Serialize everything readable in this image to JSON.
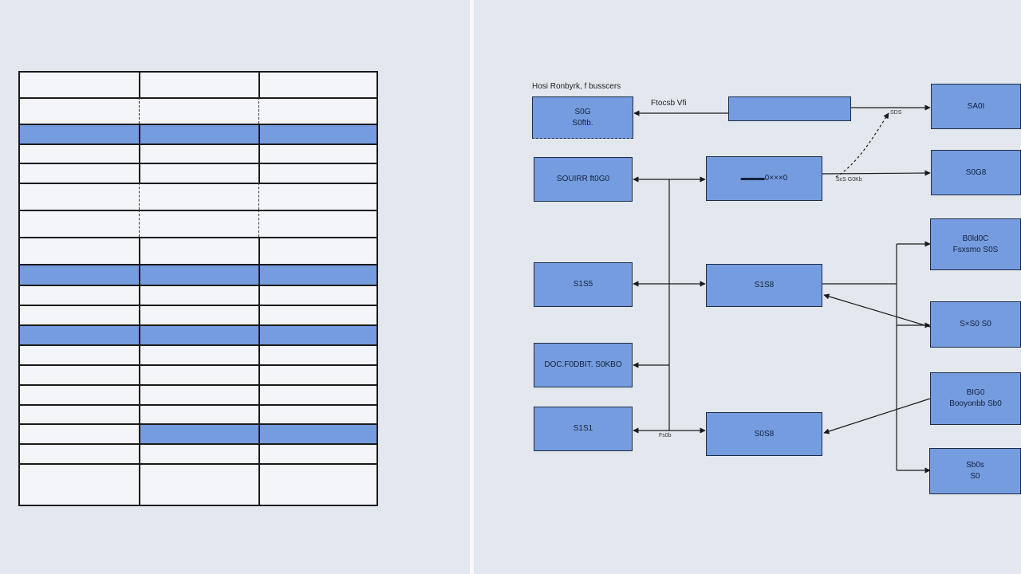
{
  "colors": {
    "background": "#e3e8ef",
    "node_fill": "#759cdf",
    "row_highlight": "#759cdf",
    "line": "#1a1a1a"
  },
  "table": {
    "columns": 3,
    "rows": [
      {
        "cells": [
          "",
          "",
          ""
        ],
        "highlight": [
          false,
          false,
          false
        ]
      },
      {
        "cells": [
          "",
          "",
          ""
        ],
        "highlight": [
          false,
          false,
          false
        ]
      },
      {
        "cells": [
          "",
          "",
          ""
        ],
        "highlight": [
          true,
          true,
          true
        ]
      },
      {
        "cells": [
          "",
          "",
          ""
        ],
        "highlight": [
          false,
          false,
          false
        ]
      },
      {
        "cells": [
          "",
          "",
          ""
        ],
        "highlight": [
          false,
          false,
          false
        ]
      },
      {
        "cells": [
          "",
          "",
          ""
        ],
        "highlight": [
          false,
          false,
          false
        ]
      },
      {
        "cells": [
          "",
          "",
          ""
        ],
        "highlight": [
          false,
          false,
          false
        ]
      },
      {
        "cells": [
          "",
          "",
          ""
        ],
        "highlight": [
          false,
          false,
          false
        ]
      },
      {
        "cells": [
          "",
          "",
          ""
        ],
        "highlight": [
          true,
          true,
          true
        ]
      },
      {
        "cells": [
          "",
          "",
          ""
        ],
        "highlight": [
          false,
          false,
          false
        ]
      },
      {
        "cells": [
          "",
          "",
          ""
        ],
        "highlight": [
          false,
          false,
          false
        ]
      },
      {
        "cells": [
          "",
          "",
          ""
        ],
        "highlight": [
          true,
          true,
          true
        ]
      },
      {
        "cells": [
          "",
          "",
          ""
        ],
        "highlight": [
          false,
          false,
          false
        ]
      },
      {
        "cells": [
          "",
          "",
          ""
        ],
        "highlight": [
          false,
          false,
          false
        ]
      },
      {
        "cells": [
          "",
          "",
          ""
        ],
        "highlight": [
          false,
          false,
          false
        ]
      },
      {
        "cells": [
          "",
          "",
          ""
        ],
        "highlight": [
          false,
          false,
          false
        ]
      },
      {
        "cells": [
          "",
          "",
          ""
        ],
        "highlight": [
          false,
          true,
          true
        ]
      },
      {
        "cells": [
          "",
          "",
          ""
        ],
        "highlight": [
          false,
          false,
          false
        ]
      },
      {
        "cells": [
          "",
          "",
          ""
        ],
        "highlight": [
          false,
          false,
          false
        ]
      }
    ]
  },
  "diagram": {
    "title": "Hosi Ronbyrk, f busscers",
    "nodes": {
      "n1": {
        "lines": [
          "S0G",
          "S0ftb."
        ]
      },
      "n2": {
        "lines": [
          ""
        ]
      },
      "n3": {
        "lines": [
          "SOUIRR ft0G0"
        ]
      },
      "n4": {
        "lines": [
          "▬▬▬0×××0"
        ]
      },
      "n5": {
        "lines": [
          "S1S5"
        ]
      },
      "n6": {
        "lines": [
          "S1S8"
        ]
      },
      "n7": {
        "lines": [
          "DOC.F0DBIT. S0KBO"
        ]
      },
      "n8": {
        "lines": [
          "S1S1"
        ]
      },
      "n9": {
        "lines": [
          "S0S8"
        ]
      },
      "r1": {
        "lines": [
          "SA0I"
        ]
      },
      "r2": {
        "lines": [
          "S0G8"
        ]
      },
      "r3": {
        "lines": [
          "B0ld0C",
          "Fsxsmo S0S"
        ]
      },
      "r4": {
        "lines": [
          "S×S0 S0"
        ]
      },
      "r5": {
        "lines": [
          "BIG0",
          "Booyonbb Sb0"
        ]
      },
      "r6": {
        "lines": [
          "Sb0s",
          "S0"
        ]
      }
    },
    "labels": {
      "l1": "Ftocsb Vfi",
      "l2": "SDS",
      "l3": "ScS G0Kb",
      "l4": "Fs0b"
    }
  }
}
